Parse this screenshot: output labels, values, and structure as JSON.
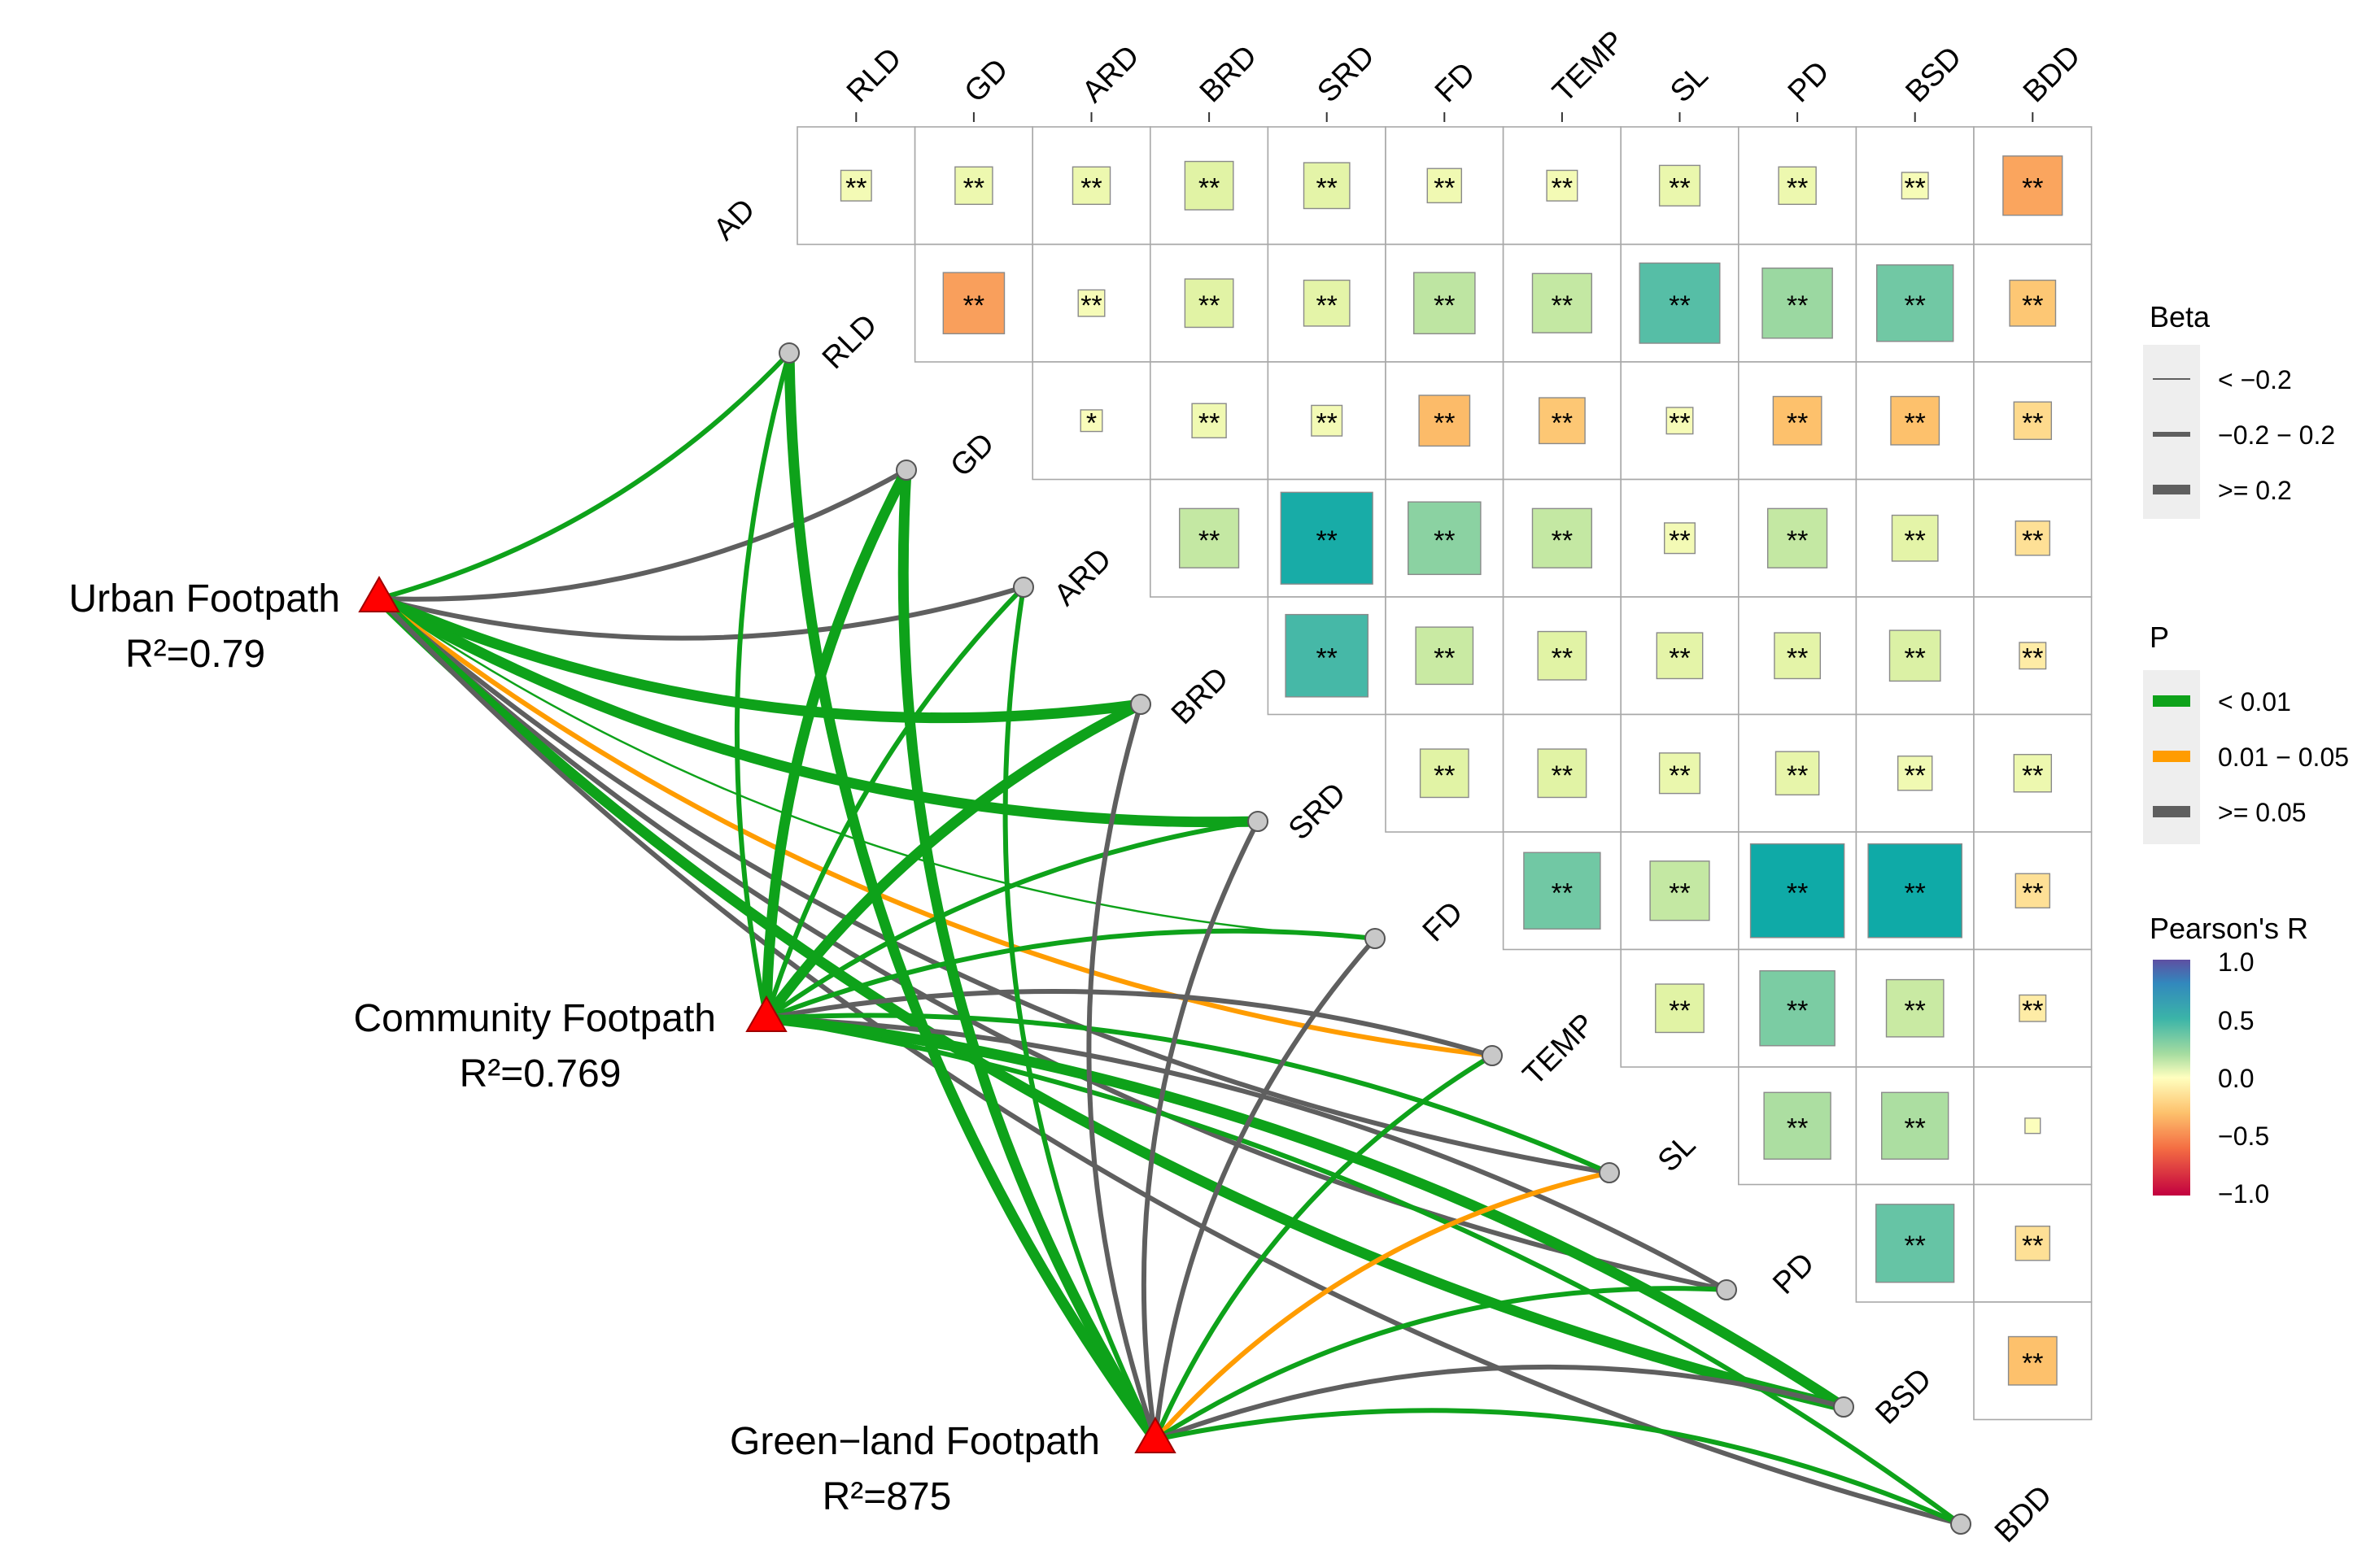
{
  "chart_data": {
    "type": "heatmap",
    "title": "",
    "variables": [
      "AD",
      "RLD",
      "GD",
      "ARD",
      "BRD",
      "SRD",
      "FD",
      "TEMP",
      "SL",
      "PD",
      "BSD",
      "BDD"
    ],
    "top_labels": [
      "RLD",
      "GD",
      "ARD",
      "BRD",
      "SRD",
      "FD",
      "TEMP",
      "SL",
      "PD",
      "BSD",
      "BDD"
    ],
    "diag_labels": [
      "AD",
      "RLD",
      "GD",
      "ARD",
      "BRD",
      "SRD",
      "FD",
      "TEMP",
      "SL",
      "PD",
      "BSD",
      "BDD"
    ],
    "correlation_cells": [
      {
        "row": "AD",
        "col": "RLD",
        "r": 0.08,
        "sig": "**"
      },
      {
        "row": "AD",
        "col": "GD",
        "r": 0.12,
        "sig": "**"
      },
      {
        "row": "AD",
        "col": "ARD",
        "r": 0.12,
        "sig": "**"
      },
      {
        "row": "AD",
        "col": "BRD",
        "r": 0.2,
        "sig": "**"
      },
      {
        "row": "AD",
        "col": "SRD",
        "r": 0.18,
        "sig": "**"
      },
      {
        "row": "AD",
        "col": "FD",
        "r": 0.1,
        "sig": "**"
      },
      {
        "row": "AD",
        "col": "TEMP",
        "r": 0.08,
        "sig": "**"
      },
      {
        "row": "AD",
        "col": "SL",
        "r": 0.14,
        "sig": "**"
      },
      {
        "row": "AD",
        "col": "PD",
        "r": 0.12,
        "sig": "**"
      },
      {
        "row": "AD",
        "col": "BSD",
        "r": 0.06,
        "sig": "**"
      },
      {
        "row": "AD",
        "col": "BDD",
        "r": -0.3,
        "sig": "**"
      },
      {
        "row": "RLD",
        "col": "GD",
        "r": -0.32,
        "sig": "**"
      },
      {
        "row": "RLD",
        "col": "ARD",
        "r": 0.06,
        "sig": "**"
      },
      {
        "row": "RLD",
        "col": "BRD",
        "r": 0.2,
        "sig": "**"
      },
      {
        "row": "RLD",
        "col": "SRD",
        "r": 0.18,
        "sig": "**"
      },
      {
        "row": "RLD",
        "col": "FD",
        "r": 0.32,
        "sig": "**"
      },
      {
        "row": "RLD",
        "col": "TEMP",
        "r": 0.3,
        "sig": "**"
      },
      {
        "row": "RLD",
        "col": "SL",
        "r": 0.55,
        "sig": "**"
      },
      {
        "row": "RLD",
        "col": "PD",
        "r": 0.42,
        "sig": "**"
      },
      {
        "row": "RLD",
        "col": "BSD",
        "r": 0.5,
        "sig": "**"
      },
      {
        "row": "RLD",
        "col": "BDD",
        "r": -0.18,
        "sig": "**"
      },
      {
        "row": "GD",
        "col": "ARD",
        "r": 0.04,
        "sig": "*"
      },
      {
        "row": "GD",
        "col": "BRD",
        "r": 0.1,
        "sig": "**"
      },
      {
        "row": "GD",
        "col": "SRD",
        "r": 0.08,
        "sig": "**"
      },
      {
        "row": "GD",
        "col": "FD",
        "r": -0.22,
        "sig": "**"
      },
      {
        "row": "GD",
        "col": "TEMP",
        "r": -0.18,
        "sig": "**"
      },
      {
        "row": "GD",
        "col": "SL",
        "r": 0.06,
        "sig": "**"
      },
      {
        "row": "GD",
        "col": "PD",
        "r": -0.2,
        "sig": "**"
      },
      {
        "row": "GD",
        "col": "BSD",
        "r": -0.2,
        "sig": "**"
      },
      {
        "row": "GD",
        "col": "BDD",
        "r": -0.12,
        "sig": "**"
      },
      {
        "row": "ARD",
        "col": "BRD",
        "r": 0.3,
        "sig": "**"
      },
      {
        "row": "ARD",
        "col": "SRD",
        "r": 0.72,
        "sig": "**"
      },
      {
        "row": "ARD",
        "col": "FD",
        "r": 0.45,
        "sig": "**"
      },
      {
        "row": "ARD",
        "col": "TEMP",
        "r": 0.3,
        "sig": "**"
      },
      {
        "row": "ARD",
        "col": "SL",
        "r": 0.08,
        "sig": "**"
      },
      {
        "row": "ARD",
        "col": "PD",
        "r": 0.3,
        "sig": "**"
      },
      {
        "row": "ARD",
        "col": "BSD",
        "r": 0.18,
        "sig": "**"
      },
      {
        "row": "ARD",
        "col": "BDD",
        "r": -0.1,
        "sig": "**"
      },
      {
        "row": "BRD",
        "col": "SRD",
        "r": 0.58,
        "sig": "**"
      },
      {
        "row": "BRD",
        "col": "FD",
        "r": 0.28,
        "sig": "**"
      },
      {
        "row": "BRD",
        "col": "TEMP",
        "r": 0.2,
        "sig": "**"
      },
      {
        "row": "BRD",
        "col": "SL",
        "r": 0.18,
        "sig": "**"
      },
      {
        "row": "BRD",
        "col": "PD",
        "r": 0.18,
        "sig": "**"
      },
      {
        "row": "BRD",
        "col": "BSD",
        "r": 0.22,
        "sig": "**"
      },
      {
        "row": "BRD",
        "col": "BDD",
        "r": -0.06,
        "sig": "**"
      },
      {
        "row": "SRD",
        "col": "FD",
        "r": 0.2,
        "sig": "**"
      },
      {
        "row": "SRD",
        "col": "TEMP",
        "r": 0.2,
        "sig": "**"
      },
      {
        "row": "SRD",
        "col": "SL",
        "r": 0.14,
        "sig": "**"
      },
      {
        "row": "SRD",
        "col": "PD",
        "r": 0.16,
        "sig": "**"
      },
      {
        "row": "SRD",
        "col": "BSD",
        "r": 0.1,
        "sig": "**"
      },
      {
        "row": "SRD",
        "col": "BDD",
        "r": 0.12,
        "sig": "**"
      },
      {
        "row": "FD",
        "col": "TEMP",
        "r": 0.5,
        "sig": "**"
      },
      {
        "row": "FD",
        "col": "SL",
        "r": 0.3,
        "sig": "**"
      },
      {
        "row": "FD",
        "col": "PD",
        "r": 0.75,
        "sig": "**"
      },
      {
        "row": "FD",
        "col": "BSD",
        "r": 0.75,
        "sig": "**"
      },
      {
        "row": "FD",
        "col": "BDD",
        "r": -0.1,
        "sig": "**"
      },
      {
        "row": "TEMP",
        "col": "SL",
        "r": 0.2,
        "sig": "**"
      },
      {
        "row": "TEMP",
        "col": "PD",
        "r": 0.48,
        "sig": "**"
      },
      {
        "row": "TEMP",
        "col": "BSD",
        "r": 0.28,
        "sig": "**"
      },
      {
        "row": "TEMP",
        "col": "BDD",
        "r": -0.06,
        "sig": "**"
      },
      {
        "row": "SL",
        "col": "PD",
        "r": 0.38,
        "sig": "**"
      },
      {
        "row": "SL",
        "col": "BSD",
        "r": 0.38,
        "sig": "**"
      },
      {
        "row": "SL",
        "col": "BDD",
        "r": 0.02,
        "sig": ""
      },
      {
        "row": "PD",
        "col": "BSD",
        "r": 0.52,
        "sig": "**"
      },
      {
        "row": "PD",
        "col": "BDD",
        "r": -0.1,
        "sig": "**"
      },
      {
        "row": "BSD",
        "col": "BDD",
        "r": -0.2,
        "sig": "**"
      }
    ],
    "targets": [
      {
        "name": "Urban Footpath",
        "r2": "R²=0.79"
      },
      {
        "name": "Community Footpath",
        "r2": "R²=0.769"
      },
      {
        "name": "Green−land Footpath",
        "r2": "R²=875"
      }
    ],
    "links": [
      {
        "from": "Urban Footpath",
        "to": "RLD",
        "p": "< 0.01",
        "beta": "-0.2 − 0.2"
      },
      {
        "from": "Urban Footpath",
        "to": "GD",
        "p": ">= 0.05",
        "beta": "-0.2 − 0.2"
      },
      {
        "from": "Urban Footpath",
        "to": "ARD",
        "p": ">= 0.05",
        "beta": "-0.2 − 0.2"
      },
      {
        "from": "Urban Footpath",
        "to": "BRD",
        "p": "< 0.01",
        "beta": ">= 0.2"
      },
      {
        "from": "Urban Footpath",
        "to": "SRD",
        "p": "< 0.01",
        "beta": ">= 0.2"
      },
      {
        "from": "Urban Footpath",
        "to": "FD",
        "p": "< 0.01",
        "beta": "< -0.2"
      },
      {
        "from": "Urban Footpath",
        "to": "TEMP",
        "p": "0.01 − 0.05",
        "beta": "-0.2 − 0.2"
      },
      {
        "from": "Urban Footpath",
        "to": "SL",
        "p": ">= 0.05",
        "beta": "-0.2 − 0.2"
      },
      {
        "from": "Urban Footpath",
        "to": "PD",
        "p": ">= 0.05",
        "beta": "-0.2 − 0.2"
      },
      {
        "from": "Urban Footpath",
        "to": "BSD",
        "p": "< 0.01",
        "beta": ">= 0.2"
      },
      {
        "from": "Urban Footpath",
        "to": "BDD",
        "p": ">= 0.05",
        "beta": "-0.2 − 0.2"
      },
      {
        "from": "Community Footpath",
        "to": "RLD",
        "p": "< 0.01",
        "beta": "-0.2 − 0.2"
      },
      {
        "from": "Community Footpath",
        "to": "GD",
        "p": "< 0.01",
        "beta": ">= 0.2"
      },
      {
        "from": "Community Footpath",
        "to": "ARD",
        "p": "< 0.01",
        "beta": "-0.2 − 0.2"
      },
      {
        "from": "Community Footpath",
        "to": "BRD",
        "p": "< 0.01",
        "beta": ">= 0.2"
      },
      {
        "from": "Community Footpath",
        "to": "SRD",
        "p": "< 0.01",
        "beta": "-0.2 − 0.2"
      },
      {
        "from": "Community Footpath",
        "to": "FD",
        "p": "< 0.01",
        "beta": "-0.2 − 0.2"
      },
      {
        "from": "Community Footpath",
        "to": "TEMP",
        "p": ">= 0.05",
        "beta": "-0.2 − 0.2"
      },
      {
        "from": "Community Footpath",
        "to": "SL",
        "p": "< 0.01",
        "beta": "-0.2 − 0.2"
      },
      {
        "from": "Community Footpath",
        "to": "PD",
        "p": ">= 0.05",
        "beta": "-0.2 − 0.2"
      },
      {
        "from": "Community Footpath",
        "to": "BSD",
        "p": "< 0.01",
        "beta": ">= 0.2"
      },
      {
        "from": "Community Footpath",
        "to": "BDD",
        "p": "< 0.01",
        "beta": "-0.2 − 0.2"
      },
      {
        "from": "Green−land Footpath",
        "to": "RLD",
        "p": "< 0.01",
        "beta": ">= 0.2"
      },
      {
        "from": "Green−land Footpath",
        "to": "GD",
        "p": "< 0.01",
        "beta": ">= 0.2"
      },
      {
        "from": "Green−land Footpath",
        "to": "ARD",
        "p": "< 0.01",
        "beta": "-0.2 − 0.2"
      },
      {
        "from": "Green−land Footpath",
        "to": "BRD",
        "p": ">= 0.05",
        "beta": "-0.2 − 0.2"
      },
      {
        "from": "Green−land Footpath",
        "to": "SRD",
        "p": ">= 0.05",
        "beta": "-0.2 − 0.2"
      },
      {
        "from": "Green−land Footpath",
        "to": "FD",
        "p": ">= 0.05",
        "beta": "-0.2 − 0.2"
      },
      {
        "from": "Green−land Footpath",
        "to": "TEMP",
        "p": "< 0.01",
        "beta": "-0.2 − 0.2"
      },
      {
        "from": "Green−land Footpath",
        "to": "SL",
        "p": "0.01 − 0.05",
        "beta": "-0.2 − 0.2"
      },
      {
        "from": "Green−land Footpath",
        "to": "PD",
        "p": "< 0.01",
        "beta": "-0.2 − 0.2"
      },
      {
        "from": "Green−land Footpath",
        "to": "BSD",
        "p": ">= 0.05",
        "beta": "-0.2 − 0.2"
      },
      {
        "from": "Green−land Footpath",
        "to": "BDD",
        "p": "< 0.01",
        "beta": "-0.2 − 0.2"
      }
    ],
    "legend": {
      "beta": {
        "title": "Beta",
        "items": [
          "< −0.2",
          "−0.2 − 0.2",
          ">= 0.2"
        ]
      },
      "p": {
        "title": "P",
        "items": [
          "< 0.01",
          "0.01 − 0.05",
          ">= 0.05"
        ],
        "colors": [
          "#0ea21a",
          "#ff9c00",
          "#5f5f5f"
        ]
      },
      "pearson": {
        "title": "Pearson's R",
        "ticks": [
          "1.0",
          "0.5",
          "0.0",
          "−0.5",
          "−1.0"
        ],
        "range": [
          -1,
          1
        ]
      }
    },
    "colors": {
      "target_marker": "#ff0000",
      "node": "#c8c8c8",
      "cell_border": "#a0a0a0",
      "legend_bg": "#eeeeee"
    }
  }
}
